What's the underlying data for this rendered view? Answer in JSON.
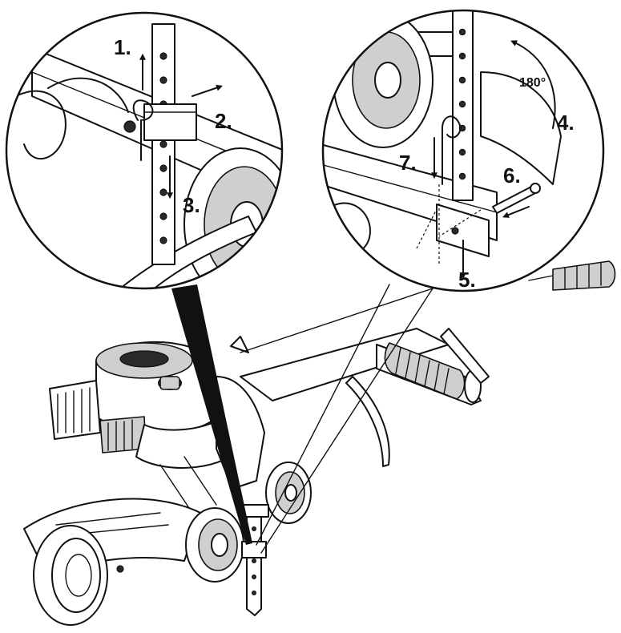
{
  "left_detail": {
    "steps": [
      {
        "label": "1."
      },
      {
        "label": "2."
      },
      {
        "label": "3."
      }
    ]
  },
  "right_detail": {
    "rotation_label": "180°",
    "steps": [
      {
        "label": "4."
      },
      {
        "label": "5."
      },
      {
        "label": "6."
      },
      {
        "label": "7."
      }
    ]
  }
}
